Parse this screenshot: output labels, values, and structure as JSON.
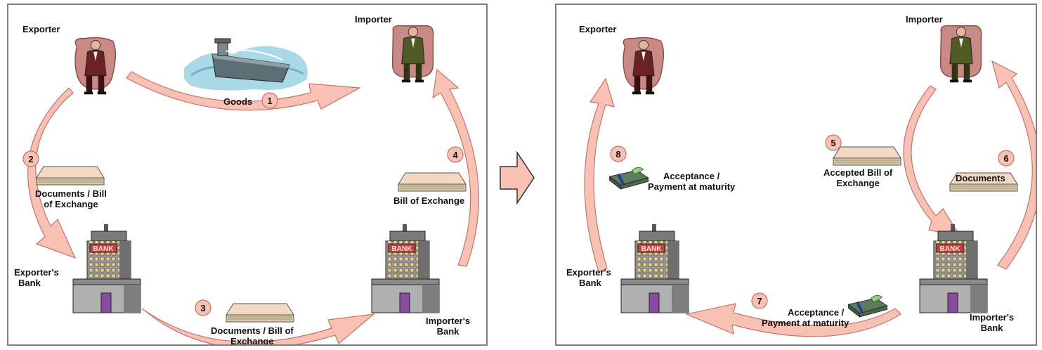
{
  "colors": {
    "arrow_fill": "#f8c1b4",
    "arrow_stroke": "#c4756a",
    "badge_fill": "#f8c1b4",
    "frame": "#7f7f7f"
  },
  "left_panel": {
    "exporter": "Exporter",
    "importer": "Importer",
    "exporters_bank": [
      "Exporter's",
      "Bank"
    ],
    "importers_bank": [
      "Importer's",
      "Bank"
    ],
    "steps": {
      "s1": {
        "num": "1",
        "label": "Goods"
      },
      "s2": {
        "num": "2",
        "label": [
          "Documents /  Bill",
          "of Exchange"
        ]
      },
      "s3": {
        "num": "3",
        "label": [
          "Documents /  Bill of",
          "Exchange"
        ]
      },
      "s4": {
        "num": "4",
        "label": "Bill of Exchange"
      }
    }
  },
  "right_panel": {
    "exporter": "Exporter",
    "importer": "Importer",
    "exporters_bank": [
      "Exporter's",
      "Bank"
    ],
    "importers_bank": [
      "Importer's",
      "Bank"
    ],
    "steps": {
      "s5": {
        "num": "5",
        "label": [
          "Accepted Bill of",
          "Exchange"
        ]
      },
      "s6": {
        "num": "6",
        "label": "Documents"
      },
      "s7": {
        "num": "7",
        "label": [
          "Acceptance /",
          "Payment at maturity"
        ]
      },
      "s8": {
        "num": "8",
        "label": [
          "Acceptance /",
          "Payment at maturity"
        ]
      }
    }
  },
  "icons": {
    "person": "businessman-icon",
    "bank": "bank-building-icon",
    "ship": "cargo-ship-icon",
    "documents": "document-stack-icon",
    "money": "money-bundle-icon",
    "arrow": "right-arrow-icon"
  }
}
